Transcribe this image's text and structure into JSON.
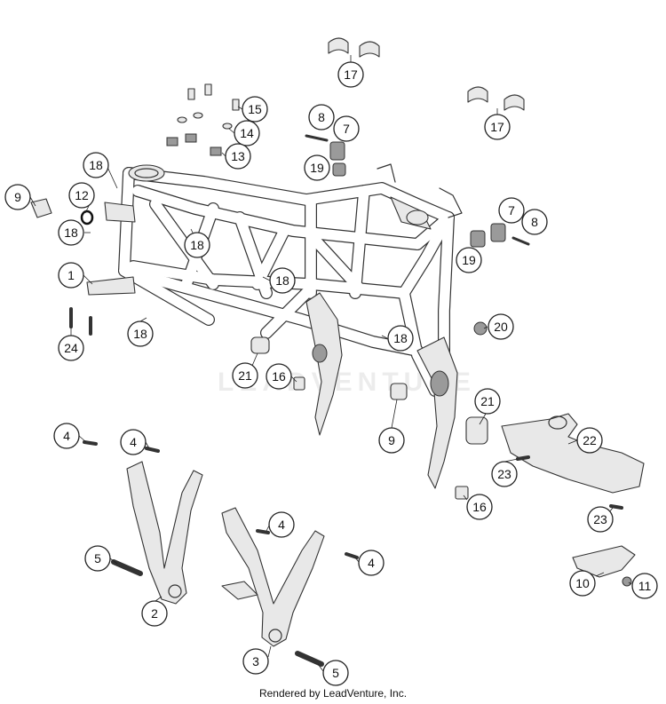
{
  "diagram": {
    "watermark": "LEADVENTURE",
    "footer": "Rendered by LeadVenture, Inc.",
    "callouts": [
      {
        "id": "c17a",
        "label": "17"
      },
      {
        "id": "c17b",
        "label": "17"
      },
      {
        "id": "c15",
        "label": "15"
      },
      {
        "id": "c14",
        "label": "14"
      },
      {
        "id": "c13",
        "label": "13"
      },
      {
        "id": "c8a",
        "label": "8"
      },
      {
        "id": "c7a",
        "label": "7"
      },
      {
        "id": "c19a",
        "label": "19"
      },
      {
        "id": "c18a",
        "label": "18"
      },
      {
        "id": "c9a",
        "label": "9"
      },
      {
        "id": "c12",
        "label": "12"
      },
      {
        "id": "c18b",
        "label": "18"
      },
      {
        "id": "c18c",
        "label": "18"
      },
      {
        "id": "c1",
        "label": "1"
      },
      {
        "id": "c18d",
        "label": "18"
      },
      {
        "id": "c18e",
        "label": "18"
      },
      {
        "id": "c24",
        "label": "24"
      },
      {
        "id": "c7b",
        "label": "7"
      },
      {
        "id": "c8b",
        "label": "8"
      },
      {
        "id": "c19b",
        "label": "19"
      },
      {
        "id": "c20",
        "label": "20"
      },
      {
        "id": "c18f",
        "label": "18"
      },
      {
        "id": "c21a",
        "label": "21"
      },
      {
        "id": "c16a",
        "label": "16"
      },
      {
        "id": "c9b",
        "label": "9"
      },
      {
        "id": "c21b",
        "label": "21"
      },
      {
        "id": "c22",
        "label": "22"
      },
      {
        "id": "c4a",
        "label": "4"
      },
      {
        "id": "c4b",
        "label": "4"
      },
      {
        "id": "c23a",
        "label": "23"
      },
      {
        "id": "c16b",
        "label": "16"
      },
      {
        "id": "c23b",
        "label": "23"
      },
      {
        "id": "c4c",
        "label": "4"
      },
      {
        "id": "c5a",
        "label": "5"
      },
      {
        "id": "c4d",
        "label": "4"
      },
      {
        "id": "c2",
        "label": "2"
      },
      {
        "id": "c10",
        "label": "10"
      },
      {
        "id": "c11",
        "label": "11"
      },
      {
        "id": "c3",
        "label": "3"
      },
      {
        "id": "c5b",
        "label": "5"
      }
    ]
  }
}
